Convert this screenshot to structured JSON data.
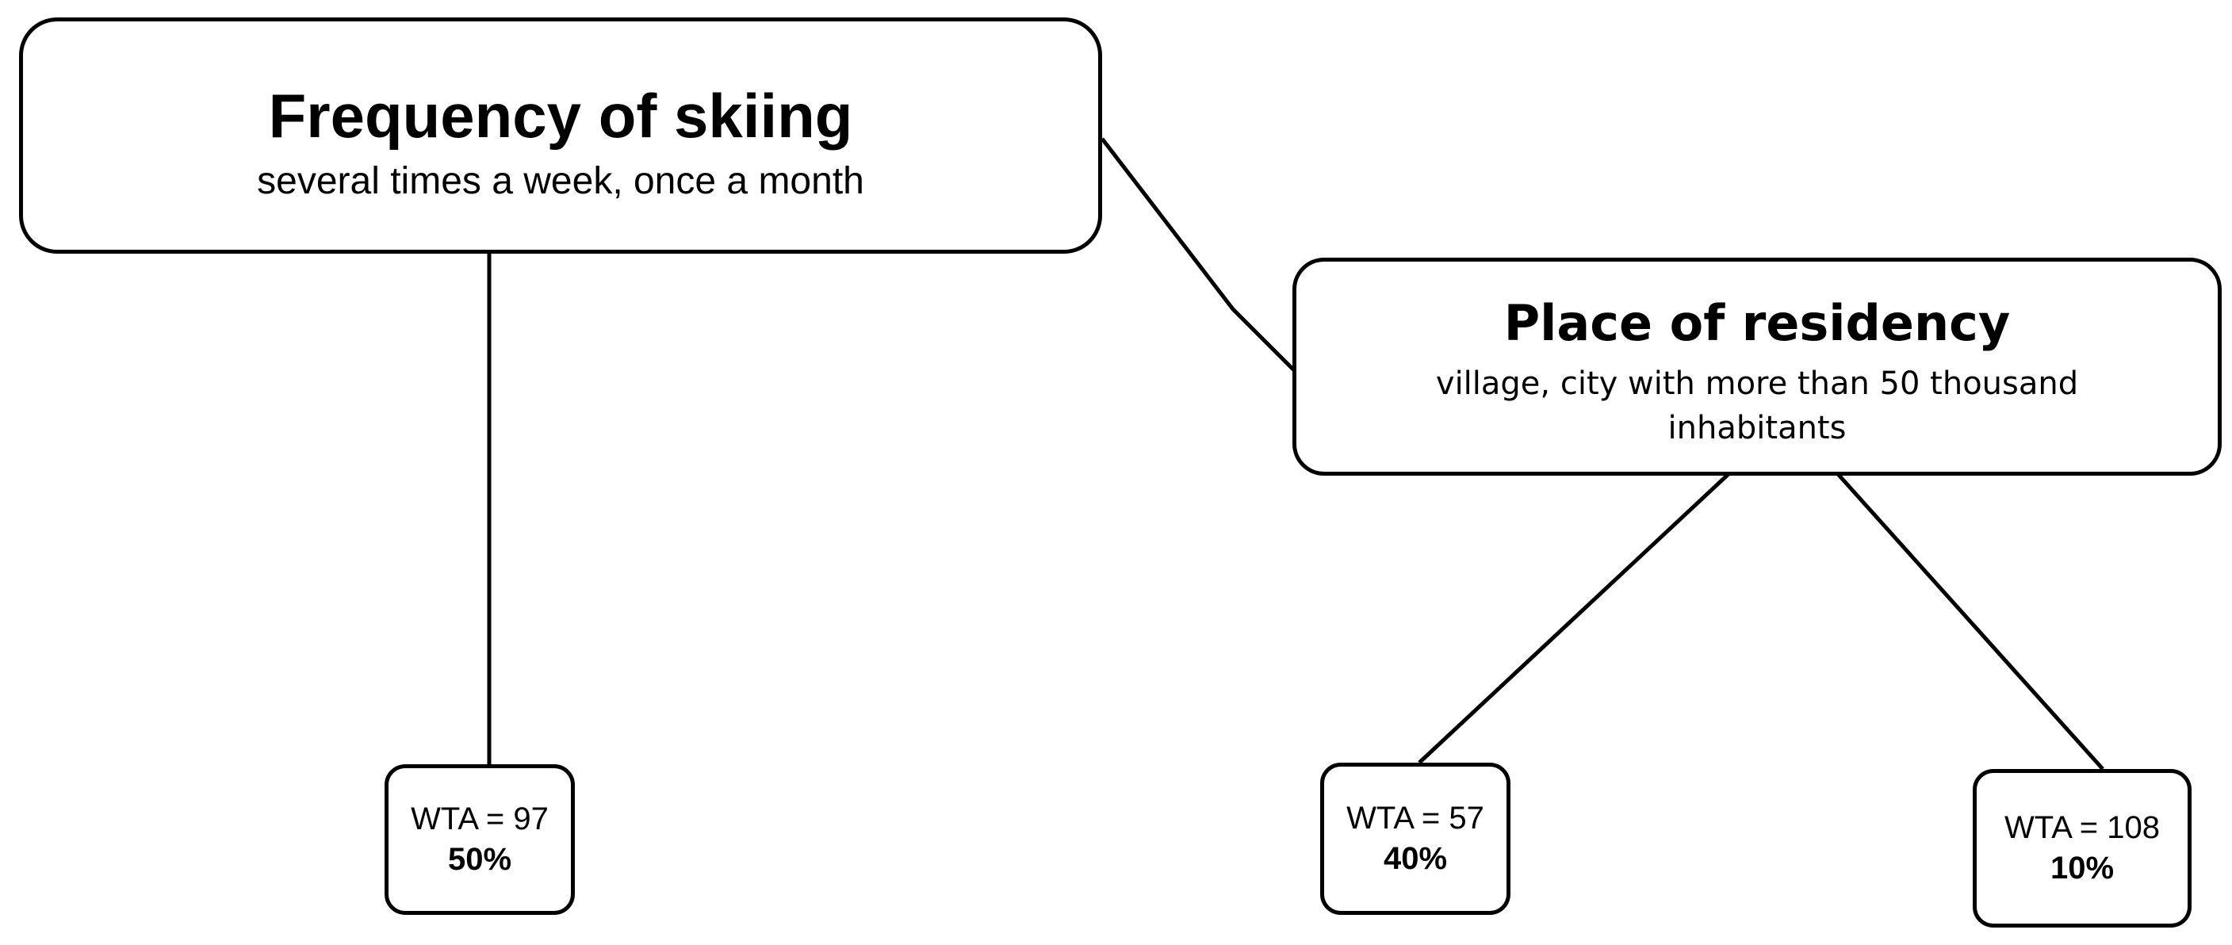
{
  "nodes": {
    "frequency": {
      "title": "Frequency of skiing",
      "subtitle": "several times a week, once a month"
    },
    "residency": {
      "title": "Place of residency",
      "subtitle": "village,  city with  more than 50 thousand inhabitants"
    }
  },
  "leaves": [
    {
      "wta": "WTA = 97",
      "share": "50%"
    },
    {
      "wta": "WTA = 57",
      "share": "40%"
    },
    {
      "wta": "WTA = 108",
      "share": "10%"
    }
  ]
}
